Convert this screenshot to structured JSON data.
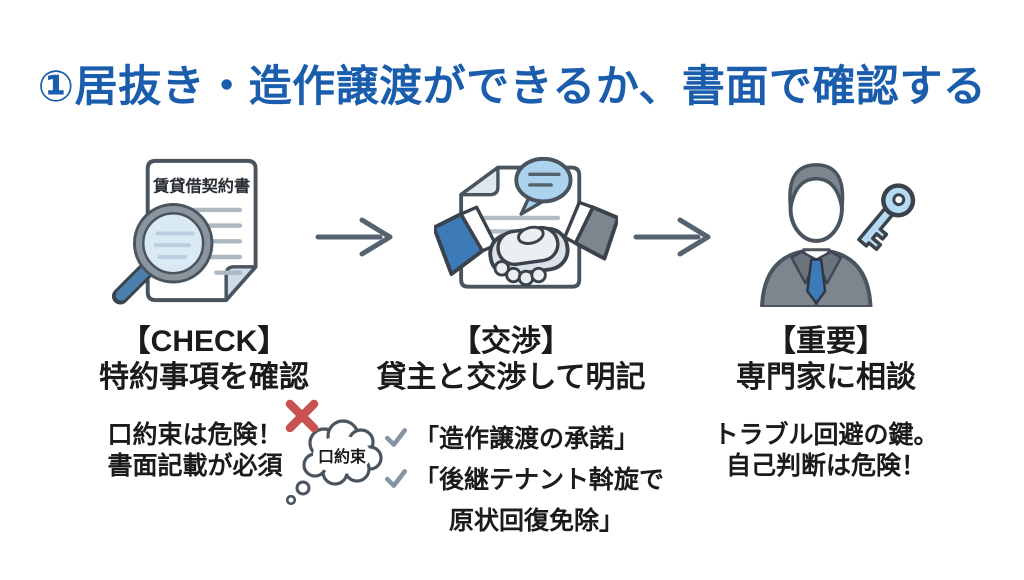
{
  "palette": {
    "title_blue": "#1a5dac",
    "text_dark": "#1b1b1b",
    "arrow_gray": "#55626f",
    "check_gray": "#8794a3",
    "cross_red": "#c9514f",
    "icon_blue": "#3d7ab8",
    "icon_light_blue": "#aed4ee",
    "icon_gray": "#7d868f",
    "outline_dark": "#4a545e"
  },
  "title": "①居抜き・造作譲渡ができるか、書面で確認する",
  "steps": {
    "check": {
      "document_label": "賃貸借契約書",
      "heading_tag": "【CHECK】",
      "heading": "特約事項を確認",
      "note_line1": "口約束は危険！",
      "note_line2": "書面記載が必須",
      "bubble_text": "口約束"
    },
    "negotiate": {
      "heading_tag": "【交渉】",
      "heading": "貸主と交渉して明記",
      "checklist_item1": "「造作譲渡の承諾」",
      "checklist_item2_line1": "「後継テナント斡旋で",
      "checklist_item2_line2": "原状回復免除」"
    },
    "important": {
      "heading_tag": "【重要】",
      "heading": "専門家に相談",
      "note_line1": "トラブル回避の鍵。",
      "note_line2": "自己判断は危険！"
    }
  }
}
